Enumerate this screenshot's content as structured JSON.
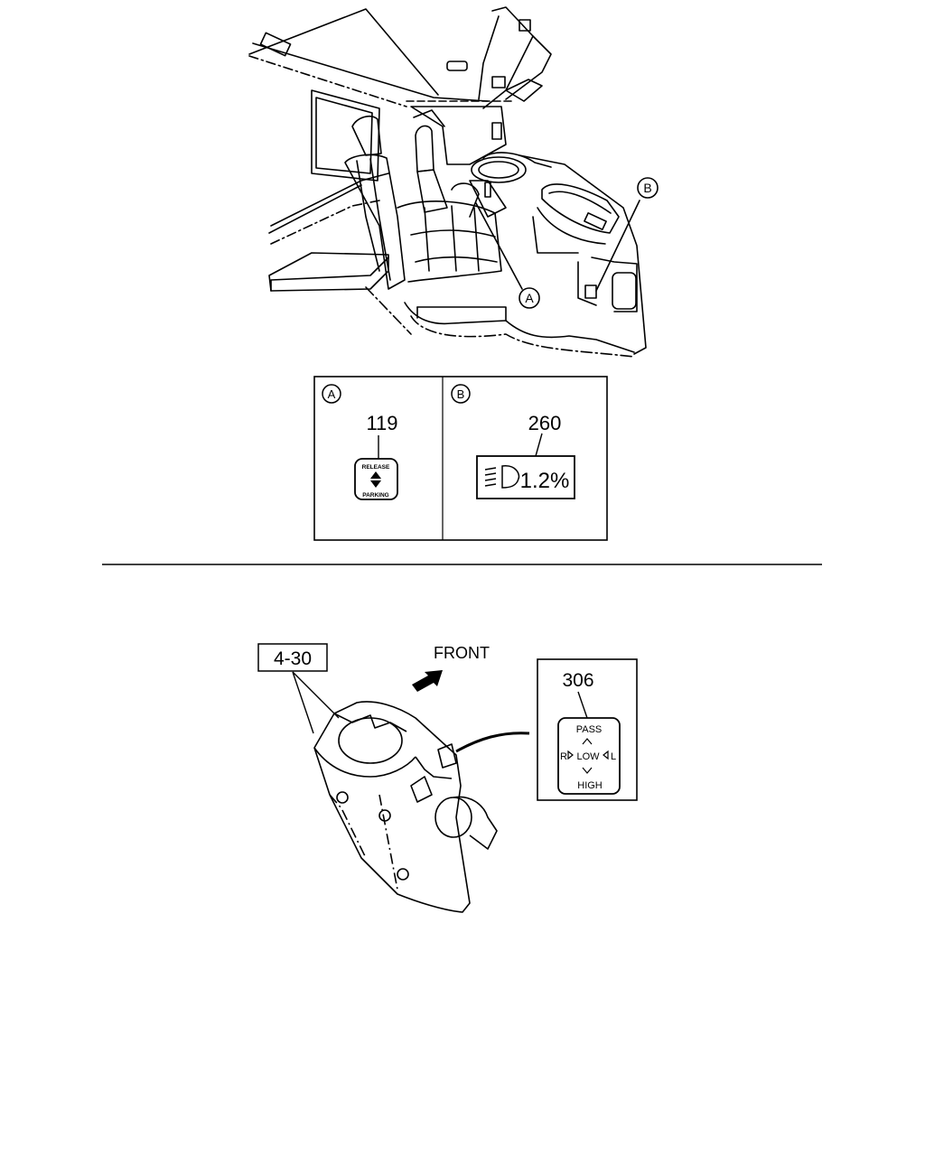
{
  "top_view": {
    "callout_a": "A",
    "callout_b": "B"
  },
  "detail_panel": {
    "cell_a": {
      "letter": "A",
      "part_number": "119",
      "label_top": "RELEASE",
      "label_bottom": "PARKING"
    },
    "cell_b": {
      "letter": "B",
      "part_number": "260",
      "display_value": "1.2%"
    }
  },
  "bottom_view": {
    "reference": "4-30",
    "direction_label": "FRONT",
    "switch_part_number": "306",
    "switch_labels": {
      "top": "PASS",
      "left": "R",
      "center": "LOW",
      "right": "L",
      "bottom": "HIGH"
    }
  }
}
